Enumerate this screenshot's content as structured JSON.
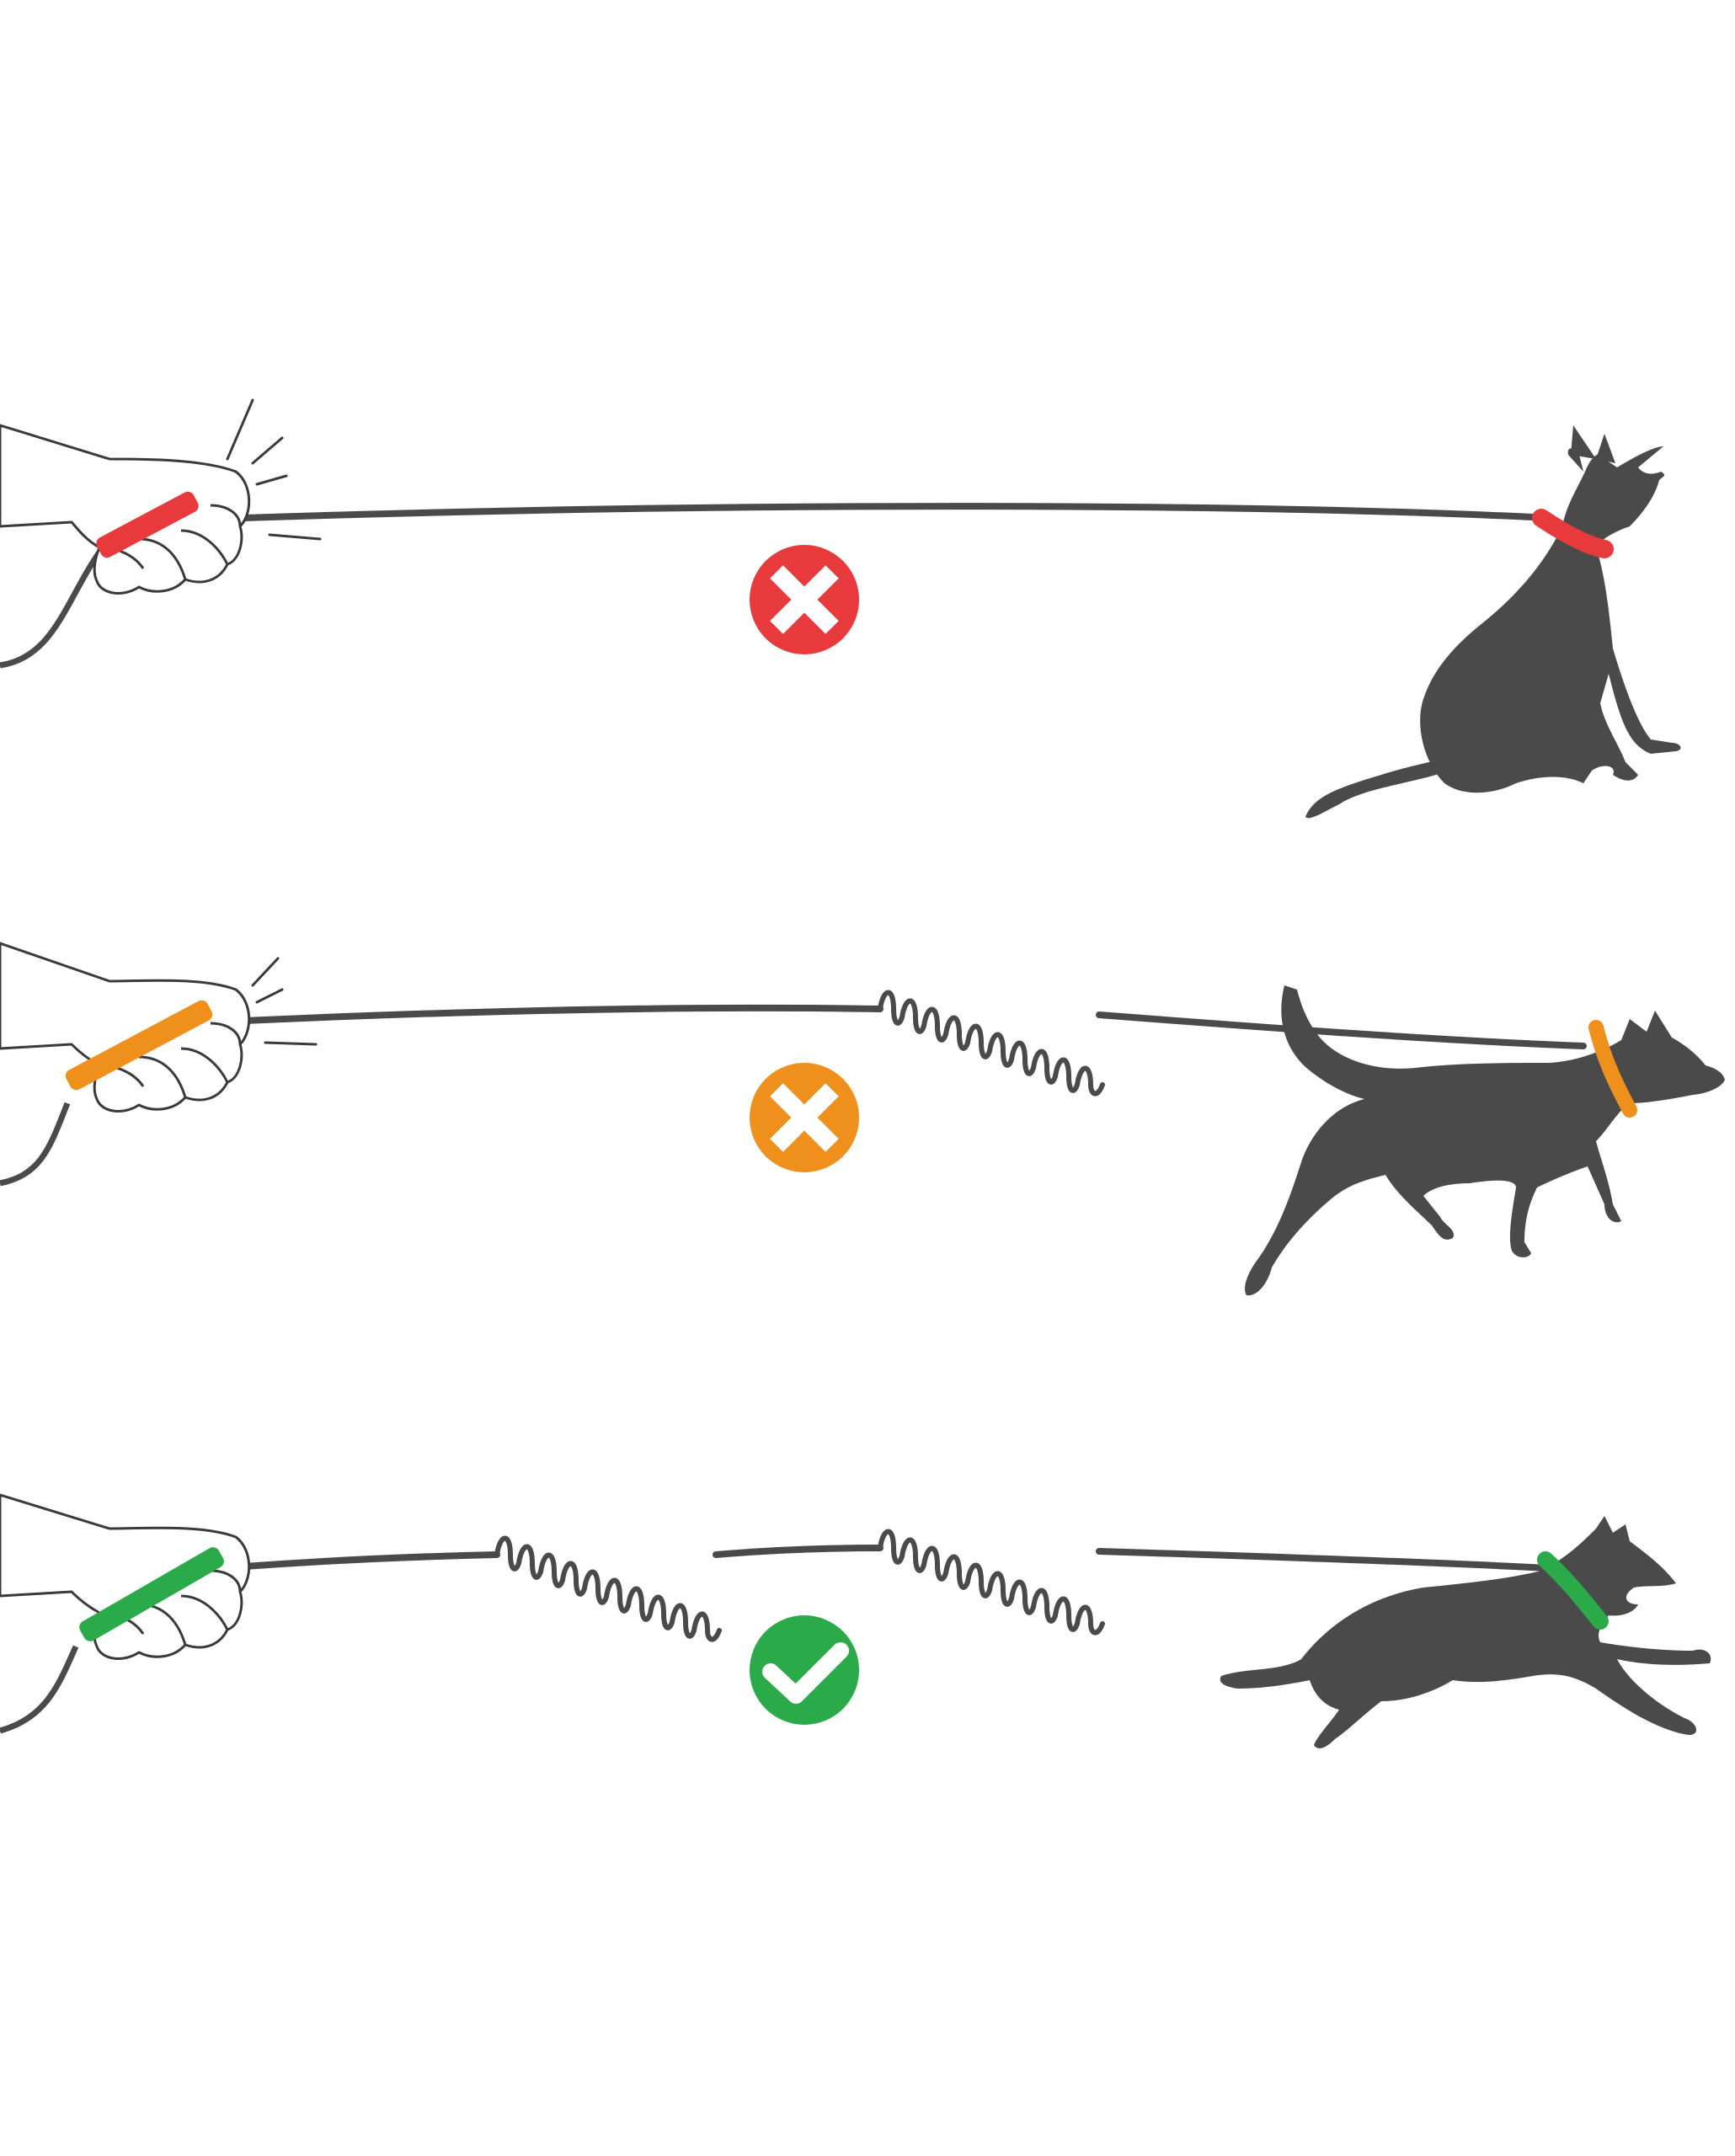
{
  "colors": {
    "background": "#ffffff",
    "ink": "#4a4a4a",
    "red": "#e8393c",
    "orange": "#f0901c",
    "green": "#2aaa48",
    "skin": "#ffffff"
  },
  "panels": [
    {
      "id": "no-shock-absorber",
      "status": "bad",
      "status_icon": "x-mark-icon",
      "handle_color": "#e8393c",
      "collar_color": "#e8393c",
      "status_color": "#e8393c",
      "spring_count": 0,
      "dog_pose": "sitting"
    },
    {
      "id": "one-shock-absorber",
      "status": "bad",
      "status_icon": "x-mark-icon",
      "handle_color": "#f0901c",
      "collar_color": "#f0901c",
      "status_color": "#f0901c",
      "spring_count": 1,
      "dog_pose": "pulling"
    },
    {
      "id": "two-shock-absorbers",
      "status": "good",
      "status_icon": "check-mark-icon",
      "handle_color": "#2aaa48",
      "collar_color": "#2aaa48",
      "status_color": "#2aaa48",
      "spring_count": 2,
      "dog_pose": "running"
    }
  ]
}
